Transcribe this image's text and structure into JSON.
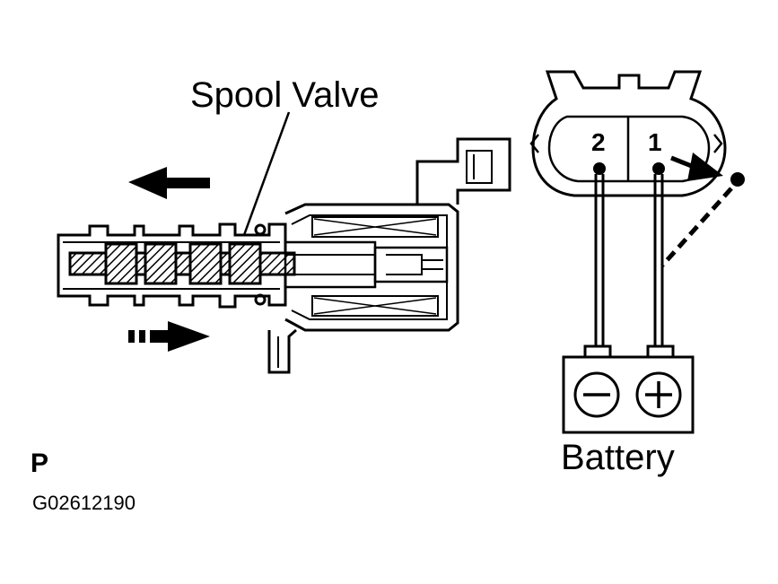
{
  "labels": {
    "spool_valve": "Spool Valve",
    "battery": "Battery",
    "corner_mark": "P",
    "figure_code": "G02612190"
  },
  "connector": {
    "pins": [
      {
        "id": "pin-2",
        "label": "2"
      },
      {
        "id": "pin-1",
        "label": "1"
      }
    ]
  },
  "battery": {
    "negative_symbol": "minus-icon",
    "positive_symbol": "plus-icon"
  },
  "colors": {
    "ink": "#000000",
    "paper": "#ffffff"
  }
}
